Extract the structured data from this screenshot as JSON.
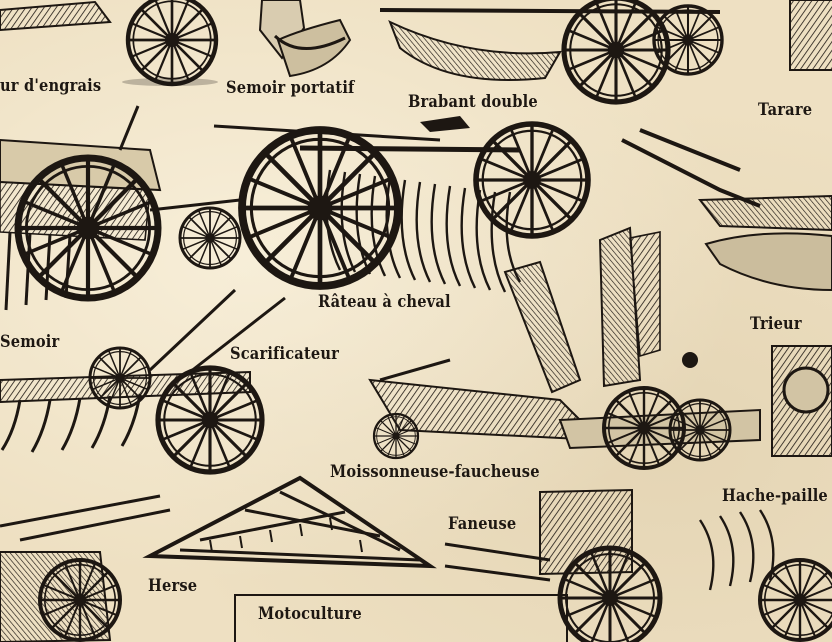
{
  "captions": {
    "distributeur": "ur d'engrais",
    "semoir_portatif": "Semoir portatif",
    "brabant": "Brabant double",
    "tarare": "Tarare",
    "rateau": "Râteau à cheval",
    "semoir": "Semoir",
    "scarificateur": "Scarificateur",
    "trieur": "Trieur",
    "moissonneuse": "Moissonneuse-faucheuse",
    "hache_paille": "Hache-paille",
    "faneuse": "Faneuse",
    "herse": "Herse",
    "motoculture": "Motoculture"
  },
  "colors": {
    "ink": "#1d1712",
    "paper": "#eee0c2",
    "metal": "#6b6258"
  }
}
